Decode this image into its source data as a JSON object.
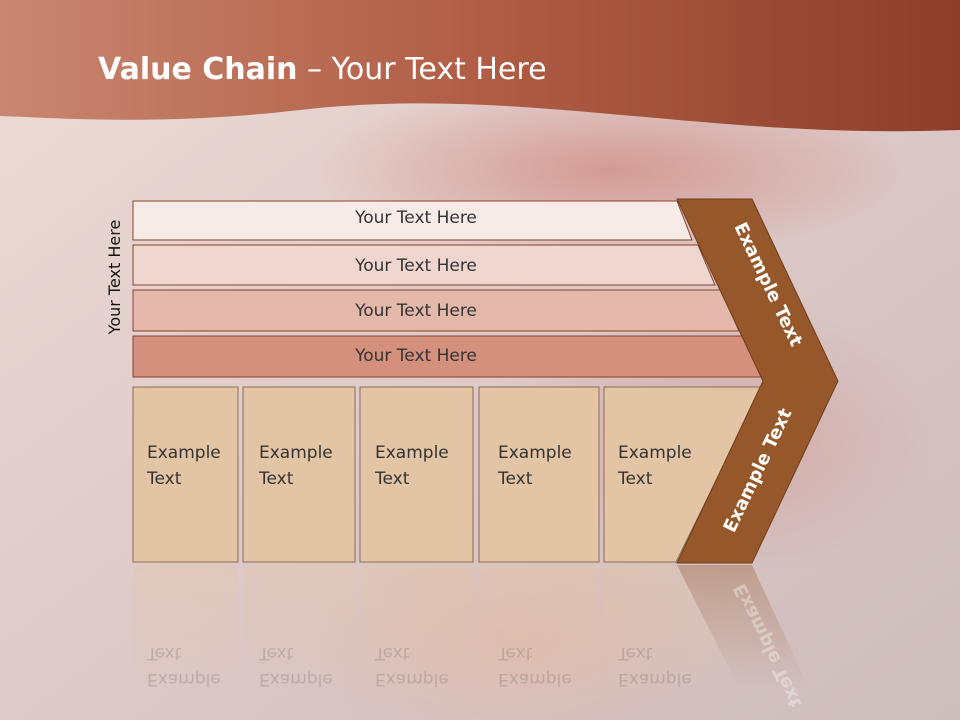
{
  "slide": {
    "title_bold": "Value Chain",
    "title_rest": " – Your Text Here"
  },
  "diagram": {
    "side_label": "Your Text Here",
    "rows": [
      {
        "label": "Your Text Here",
        "color": "#f7ebe8"
      },
      {
        "label": "Your Text Here",
        "color": "#efd6cf"
      },
      {
        "label": "Your Text Here",
        "color": "#e4b8aa"
      },
      {
        "label": "Your Text Here",
        "color": "#d4907c"
      }
    ],
    "columns": [
      {
        "line1": "Example",
        "line2": "Text"
      },
      {
        "line1": "Example",
        "line2": "Text"
      },
      {
        "line1": "Example",
        "line2": "Text"
      },
      {
        "line1": "Example",
        "line2": "Text"
      },
      {
        "line1": "Example",
        "line2": "Text"
      }
    ],
    "chevron_top": "Example Text",
    "chevron_bottom": "Example Text"
  },
  "colors": {
    "header": "#b8644a",
    "column_fill": "#e3c4a5",
    "chevron": "#96582a"
  }
}
